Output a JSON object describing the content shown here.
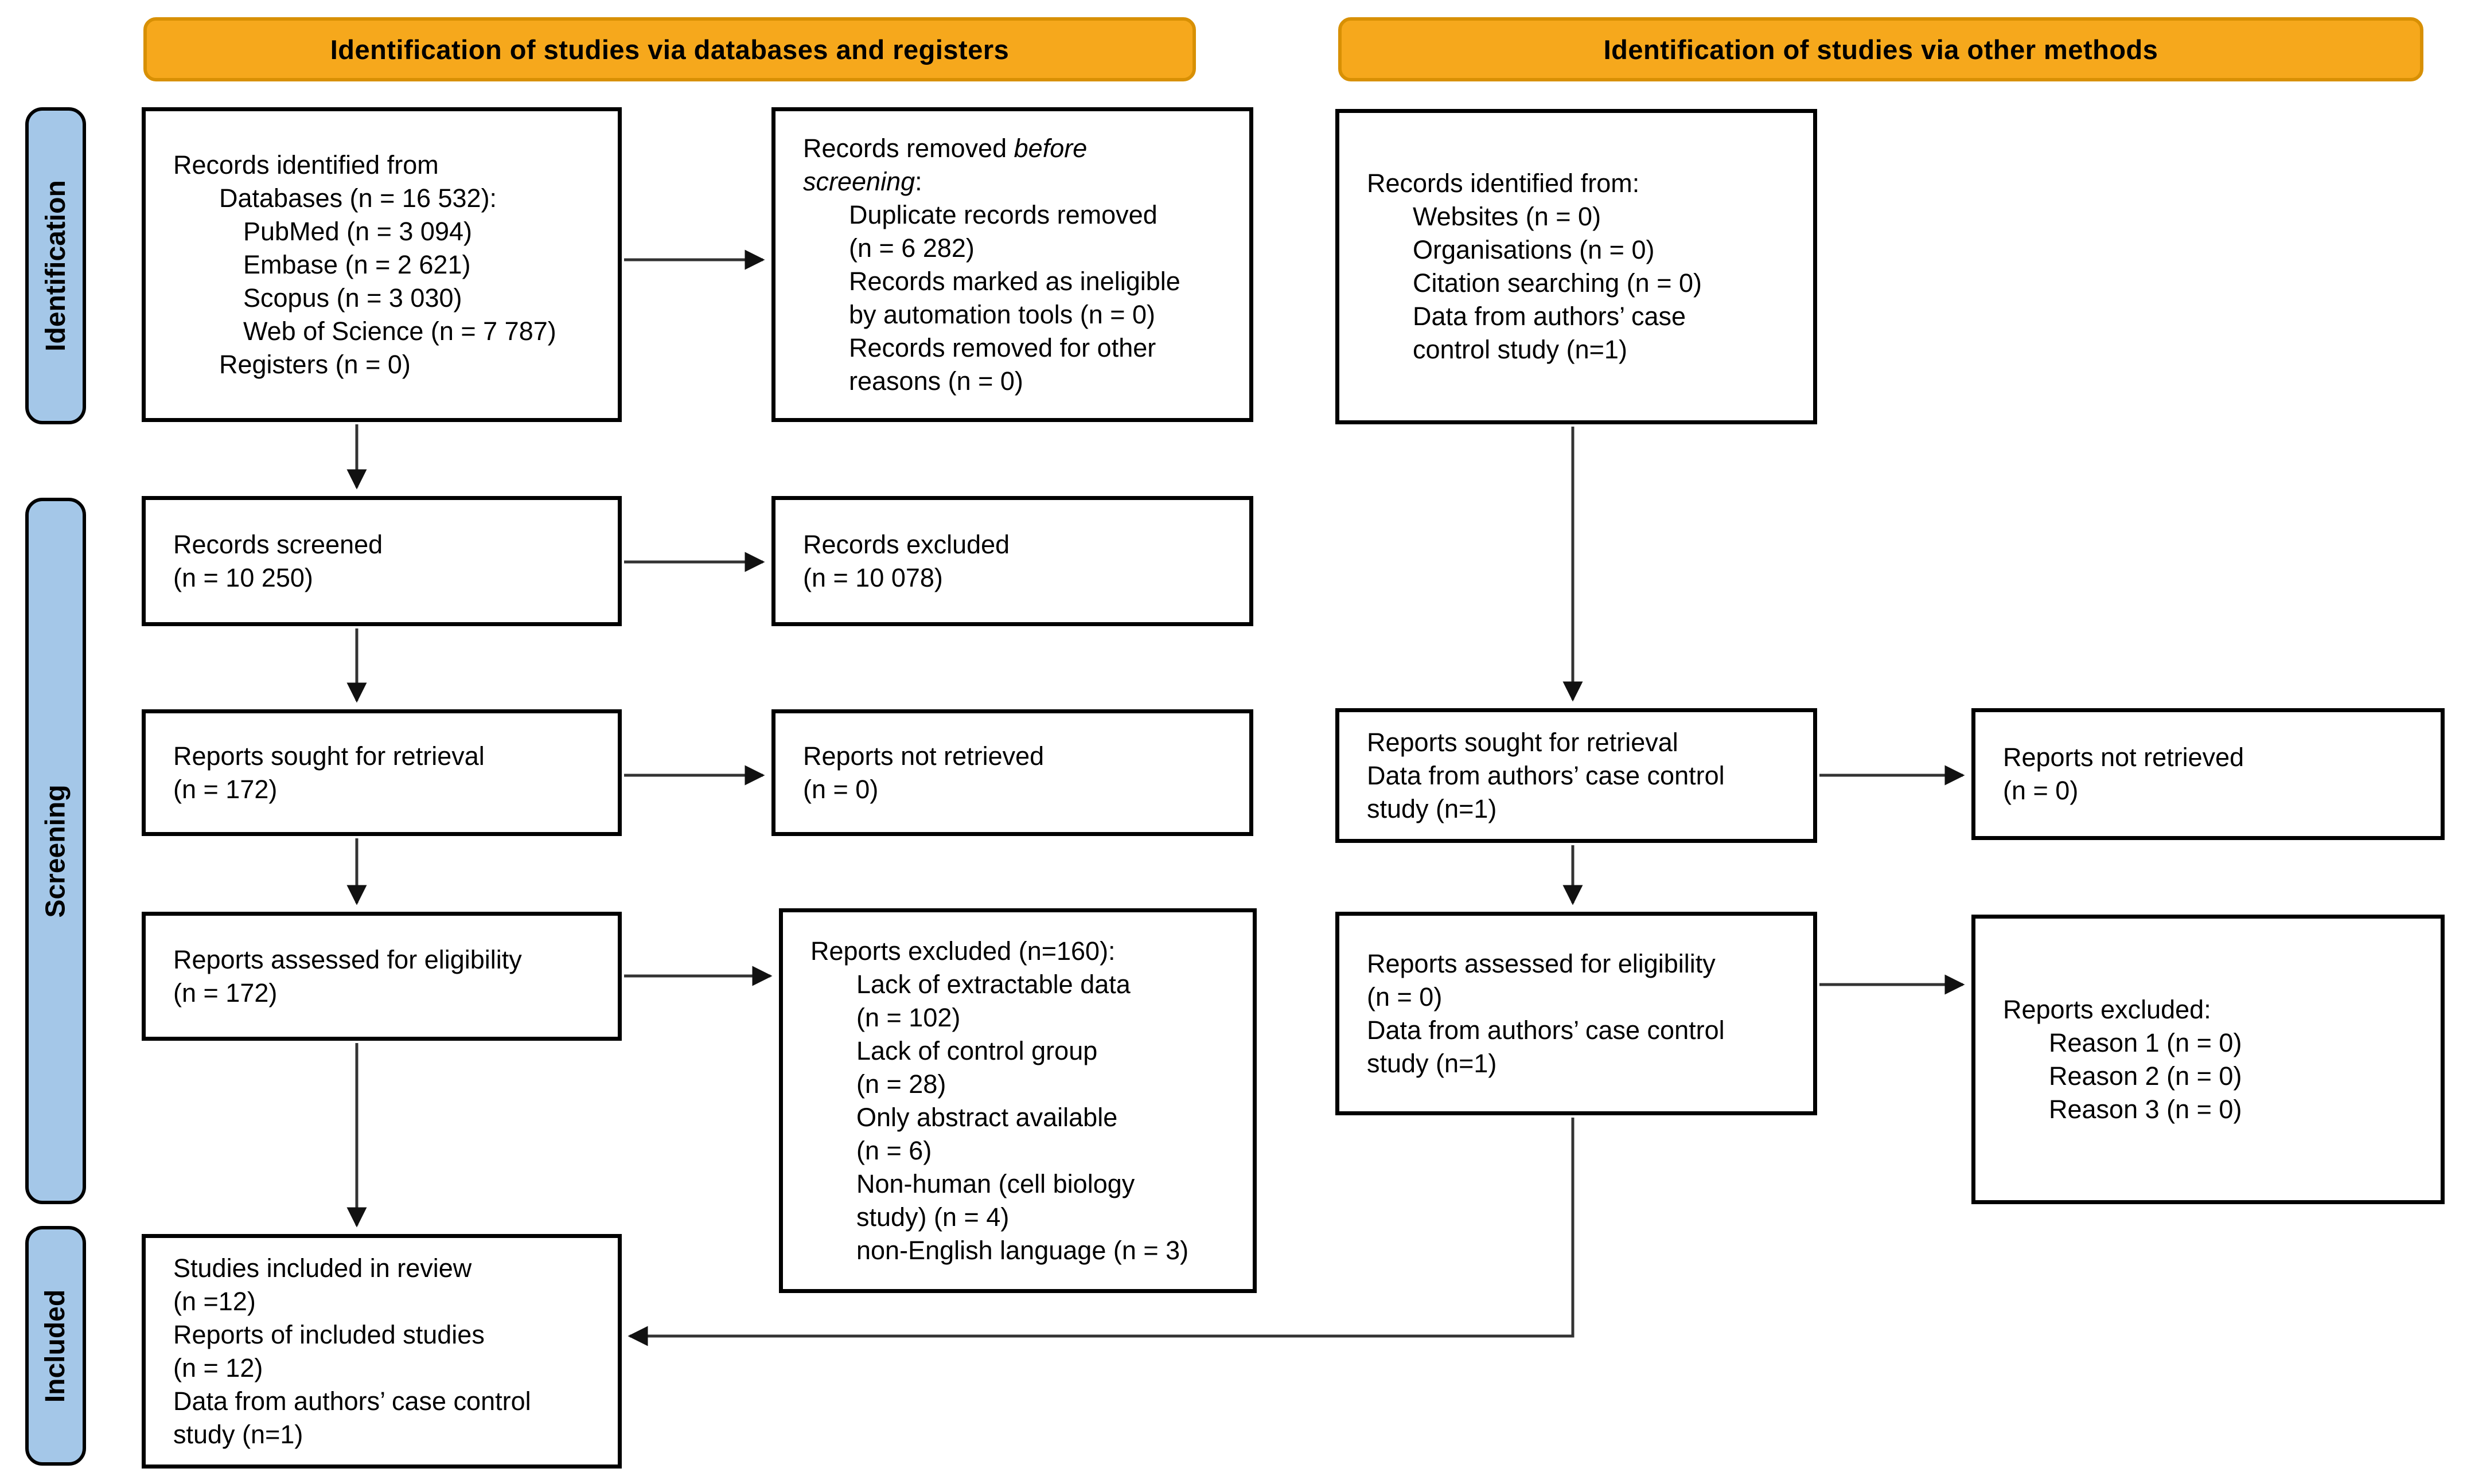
{
  "banners": {
    "databases": "Identification of studies via databases and registers",
    "other": "Identification of studies via other methods"
  },
  "stages": {
    "identification": "Identification",
    "screening": "Screening",
    "included": "Included"
  },
  "colors": {
    "banner_fill": "#F6A81C",
    "banner_border": "#D89004",
    "stage_fill": "#A4C7E8",
    "box_border": "#000000",
    "arrow": "#333333"
  },
  "boxes": {
    "records_identified_db": {
      "lines": [
        [
          0,
          "Records identified from"
        ],
        [
          1,
          "Databases (n = 16 532):"
        ],
        [
          2,
          "PubMed (n = 3 094)"
        ],
        [
          2,
          "Embase (n = 2 621)"
        ],
        [
          2,
          "Scopus (n = 3 030)"
        ],
        [
          2,
          "Web of Science (n = 7 787)"
        ],
        [
          1,
          "Registers (n = 0)"
        ]
      ]
    },
    "records_removed": {
      "lines": [
        [
          0,
          [
            [
              "Records removed ",
              0
            ],
            [
              "before",
              1
            ]
          ]
        ],
        [
          0,
          [
            [
              "screening",
              1
            ],
            [
              ":",
              0
            ]
          ]
        ],
        [
          1,
          "Duplicate records removed"
        ],
        [
          1,
          "(n = 6 282)"
        ],
        [
          1,
          "Records marked as ineligible"
        ],
        [
          1,
          "by automation tools (n = 0)"
        ],
        [
          1,
          "Records removed for other"
        ],
        [
          1,
          "reasons (n = 0)"
        ]
      ]
    },
    "records_identified_other": {
      "lines": [
        [
          0,
          "Records identified from:"
        ],
        [
          1,
          "Websites (n = 0)"
        ],
        [
          1,
          "Organisations (n = 0)"
        ],
        [
          1,
          "Citation searching (n = 0)"
        ],
        [
          1,
          "Data from authors’ case"
        ],
        [
          1,
          "control study (n=1)"
        ]
      ]
    },
    "records_screened": {
      "lines": [
        [
          0,
          "Records screened"
        ],
        [
          0,
          "(n = 10 250)"
        ]
      ]
    },
    "records_excluded": {
      "lines": [
        [
          0,
          "Records excluded"
        ],
        [
          0,
          "(n = 10 078)"
        ]
      ]
    },
    "reports_sought_db": {
      "lines": [
        [
          0,
          "Reports sought for retrieval"
        ],
        [
          0,
          "(n = 172)"
        ]
      ]
    },
    "reports_not_retrieved_db": {
      "lines": [
        [
          0,
          "Reports not retrieved"
        ],
        [
          0,
          "(n = 0)"
        ]
      ]
    },
    "reports_sought_other": {
      "lines": [
        [
          0,
          "Reports sought for retrieval"
        ],
        [
          0,
          "Data from authors’ case control"
        ],
        [
          0,
          "study (n=1)"
        ]
      ]
    },
    "reports_not_retrieved_other": {
      "lines": [
        [
          0,
          "Reports not retrieved"
        ],
        [
          0,
          "(n = 0)"
        ]
      ]
    },
    "reports_assessed_db": {
      "lines": [
        [
          0,
          "Reports assessed for eligibility"
        ],
        [
          0,
          "(n = 172)"
        ]
      ]
    },
    "reports_excluded_db": {
      "lines": [
        [
          0,
          "Reports excluded (n=160):"
        ],
        [
          1,
          "Lack of extractable data"
        ],
        [
          1,
          "(n = 102)"
        ],
        [
          1,
          "Lack of control group"
        ],
        [
          1,
          "(n = 28)"
        ],
        [
          1,
          "Only abstract available"
        ],
        [
          1,
          "(n = 6)"
        ],
        [
          1,
          "Non-human (cell biology"
        ],
        [
          1,
          "study) (n = 4)"
        ],
        [
          1,
          "non-English language (n = 3)"
        ]
      ]
    },
    "reports_assessed_other": {
      "lines": [
        [
          0,
          "Reports assessed for eligibility"
        ],
        [
          0,
          "(n = 0)"
        ],
        [
          0,
          "Data from authors’ case control"
        ],
        [
          0,
          "study (n=1)"
        ]
      ]
    },
    "reports_excluded_other": {
      "lines": [
        [
          0,
          "Reports excluded:"
        ],
        [
          1,
          "Reason 1 (n = 0)"
        ],
        [
          1,
          "Reason 2 (n = 0)"
        ],
        [
          1,
          "Reason 3 (n = 0)"
        ]
      ]
    },
    "studies_included": {
      "lines": [
        [
          0,
          "Studies included in review"
        ],
        [
          0,
          "(n =12)"
        ],
        [
          0,
          "Reports of included studies"
        ],
        [
          0,
          "(n = 12)"
        ],
        [
          0,
          "Data from authors’ case control"
        ],
        [
          0,
          "study (n=1)"
        ]
      ]
    }
  }
}
